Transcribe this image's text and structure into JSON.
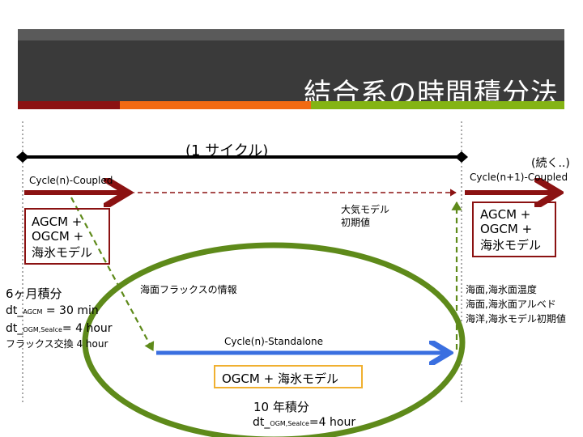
{
  "slide": {
    "title": "結合系の時間積分法"
  },
  "cycle": {
    "label": "(1 サイクル)",
    "continued": "(続く..)"
  },
  "coupled_n": {
    "label": "Cycle(n)-Coupled",
    "box_lines": [
      "AGCM +",
      "OGCM +",
      "海氷モデル"
    ]
  },
  "coupled_n1": {
    "label": "Cycle(n+1)-Coupled",
    "box_lines": [
      "AGCM +",
      "OGCM +",
      "海氷モデル"
    ]
  },
  "atmos_init": {
    "lines": [
      "大気モデル",
      "初期値"
    ]
  },
  "flux_info": "海面フラックスの情報",
  "left_info": {
    "months": "6ヶ月積分",
    "dt_agcm_prefix": "dt_",
    "dt_agcm_sub": "AGCM",
    "dt_agcm_value": " = 30 min",
    "dt_ogcm_prefix": "dt_",
    "dt_ogcm_sub": "OGM,SeaIce",
    "dt_ogcm_value": "= 4 hour",
    "flux_exchange": "フラックス交換 4 hour"
  },
  "right_info": {
    "lines": [
      "海面,海氷面温度",
      "海面,海氷面アルベド",
      "海洋,海氷モデル初期値"
    ]
  },
  "standalone": {
    "label": "Cycle(n)-Standalone",
    "box": "OGCM + 海氷モデル",
    "years": "10 年積分",
    "dt_prefix": "dt_",
    "dt_sub": "OGM,SeaIce",
    "dt_value": "=4 hour"
  },
  "colors": {
    "dark_red": "#8b1212",
    "blue": "#3a6fe0",
    "green": "#5e8a1a",
    "yellow": "#f0b030",
    "banner": "#3a3a3a"
  }
}
